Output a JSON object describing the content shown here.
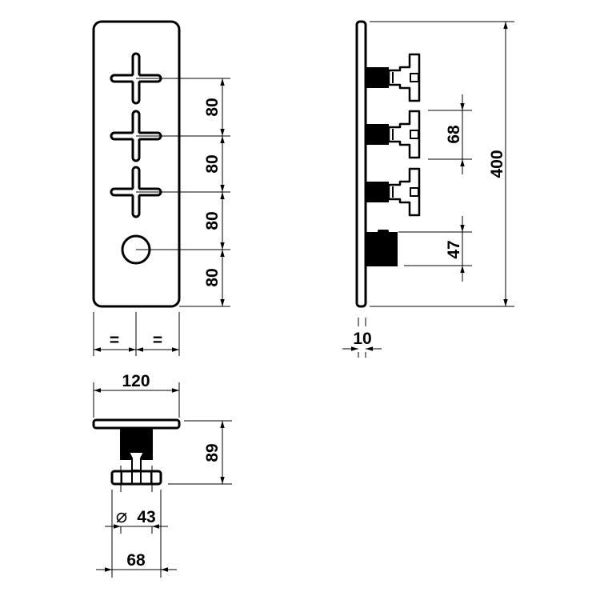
{
  "drawing": {
    "front_view": {
      "spacing_labels": [
        "80",
        "80",
        "80",
        "80"
      ],
      "equal_labels": [
        "=",
        "="
      ],
      "width_label": "120"
    },
    "side_view": {
      "height_label": "400",
      "handle_depth_label": "68",
      "knob_depth_label": "47",
      "plate_thickness_label": "10"
    },
    "top_view": {
      "depth_label": "89",
      "diameter_symbol": "⌀",
      "diameter_label": "43",
      "handle_width_label": "68"
    }
  }
}
